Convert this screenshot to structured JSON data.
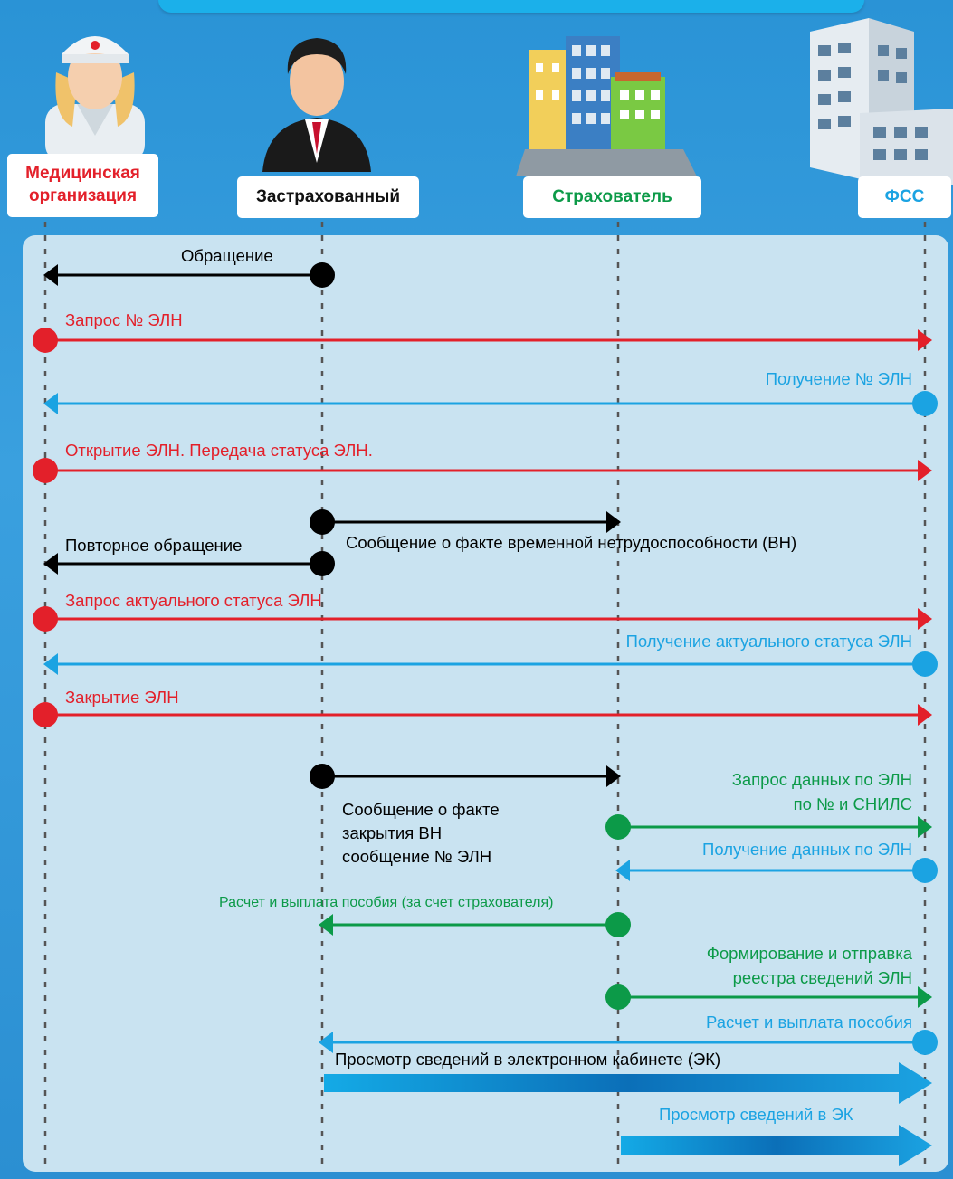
{
  "actors": {
    "med": {
      "label_line1": "Медицинская",
      "label_line2": "организация",
      "color": "#e3202a"
    },
    "insured": {
      "label": "Застрахованный",
      "color": "#111111"
    },
    "employer": {
      "label": "Страхователь",
      "color": "#0c9a48"
    },
    "fss": {
      "label": "ФСС",
      "color": "#1ba3e2"
    }
  },
  "colors": {
    "black": "#000000",
    "red": "#e3202a",
    "blue": "#1ba3e2",
    "green": "#0c9a48",
    "panel": "#c9e3f1",
    "background": "#2a93d6"
  },
  "messages": {
    "m1": "Обращение",
    "m2": "Запрос № ЭЛН",
    "m3": "Получение № ЭЛН",
    "m4": "Открытие ЭЛН. Передача статуса ЭЛН.",
    "m5": "Сообщение о факте временной нетрудоспособности (ВН)",
    "m6": "Повторное обращение",
    "m7": "Запрос актуального статуса ЭЛН",
    "m8": "Получение актуального статуса ЭЛН",
    "m9": "Закрытие ЭЛН",
    "m10_line1": "Сообщение о факте",
    "m10_line2": "закрытия ВН",
    "m10_line3": "сообщение № ЭЛН",
    "m11_line1": "Запрос данных по ЭЛН",
    "m11_line2": "по № и СНИЛС",
    "m12": "Получение данных по ЭЛН",
    "m13": "Расчет и выплата пособия (за счет страхователя)",
    "m14_line1": "Формирование и отправка",
    "m14_line2": "реестра сведений ЭЛН",
    "m15": "Расчет и выплата пособия",
    "m16": "Просмотр сведений в электронном кабинете (ЭК)",
    "m17": "Просмотр сведений в ЭК"
  }
}
